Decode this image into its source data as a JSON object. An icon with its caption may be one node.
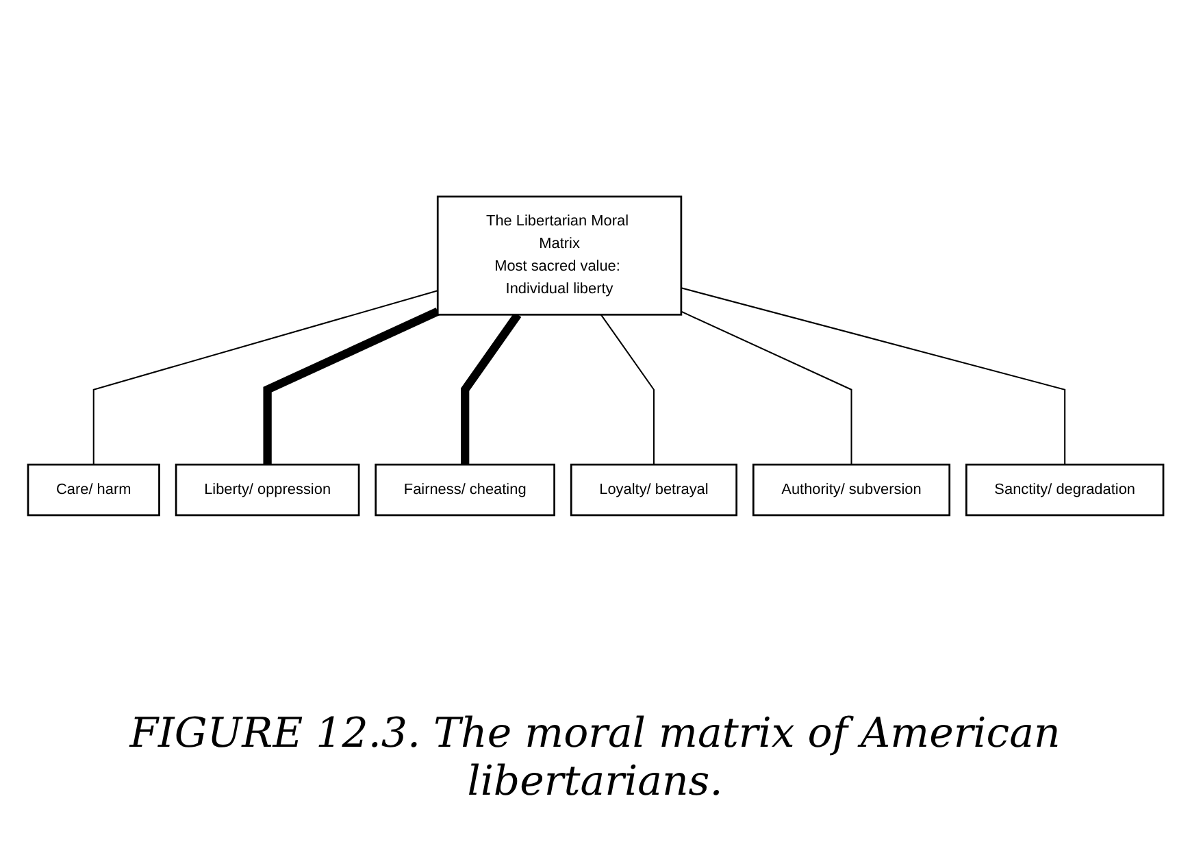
{
  "diagram": {
    "caption": "FIGURE 12.3. The moral matrix of American libertarians.",
    "nodes": [
      {
        "text": [
          "The Libertarian Moral Matrix",
          "Most sacred value: Individual liberty"
        ]
      },
      {
        "text": [
          "Care/ harm"
        ]
      },
      {
        "text": [
          "Liberty/ oppression"
        ]
      },
      {
        "text": [
          "Fairness/ cheating"
        ]
      },
      {
        "text": [
          "Loyalty/ betrayal"
        ]
      },
      {
        "text": [
          "Authority/ subversion"
        ]
      },
      {
        "text": [
          "Sanctity/ degradation"
        ]
      }
    ],
    "edges": [
      {
        "from": 0,
        "to": 1,
        "arrow": "none"
      },
      {
        "from": 0,
        "to": 2,
        "arrow": "none",
        "style": "thick"
      },
      {
        "from": 0,
        "to": 3,
        "arrow": "none",
        "style": "thick"
      },
      {
        "from": 0,
        "to": 4,
        "arrow": "none"
      },
      {
        "from": 0,
        "to": 5,
        "arrow": "none"
      },
      {
        "from": 0,
        "to": 6,
        "arrow": "none"
      }
    ]
  }
}
